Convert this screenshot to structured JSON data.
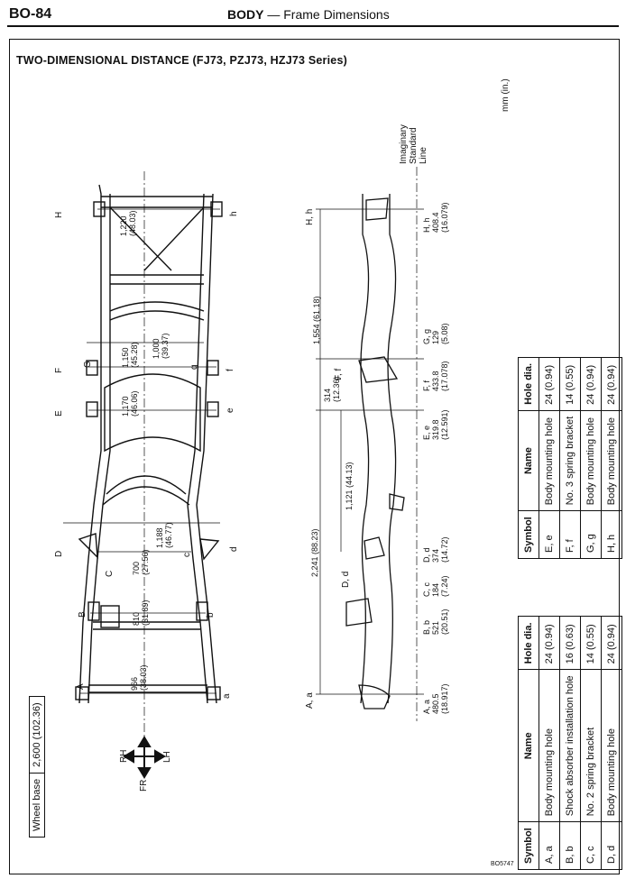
{
  "header": {
    "code": "BO-84",
    "section": "BODY",
    "subtitle": "Frame Dimensions",
    "sep": "—"
  },
  "diagram": {
    "title": "TWO-DIMENSIONAL DISTANCE (FJ73, PZJ73, HZJ73 Series)",
    "unit_note": "mm (in.)",
    "wheel_base_label": "Wheel base",
    "wheel_base_value": "2,600 (102.36)",
    "direction": {
      "rh": "RH",
      "lh": "LH",
      "fr": "FR"
    },
    "standard_line": "Imaginary Standard Line",
    "plan_dims": [
      {
        "val": "966",
        "sub": "(38.03)"
      },
      {
        "val": "810",
        "sub": "(31.89)"
      },
      {
        "val": "700",
        "sub": "(27.56)"
      },
      {
        "val": "1,188",
        "sub": "(46.77)"
      },
      {
        "val": "1,170",
        "sub": "(46.06)"
      },
      {
        "val": "1,150",
        "sub": "(45.28)"
      },
      {
        "val": "1,000",
        "sub": "(39.37)"
      },
      {
        "val": "1,220",
        "sub": "(48.03)"
      }
    ],
    "plan_letters": {
      "A": "A",
      "a": "a",
      "B": "B",
      "b": "b",
      "C": "C",
      "c": "c",
      "D": "D",
      "d": "d",
      "E": "E",
      "e": "e",
      "F": "F",
      "f": "f",
      "G": "G",
      "g": "g",
      "H": "H",
      "h": "h"
    },
    "side_dims": {
      "d1": "2,241 (88.23)",
      "d2": "1,121 (44.13)",
      "d3": "314",
      "d3b": "(12.36)",
      "d4": "1,554 (61.18)"
    },
    "side_points": [
      {
        "sym": "A, a",
        "v1": "480.5",
        "v2": "(18.917)"
      },
      {
        "sym": "B, b",
        "v1": "521",
        "v2": "(20.51)"
      },
      {
        "sym": "C, c",
        "v1": "184",
        "v2": "(7.24)"
      },
      {
        "sym": "D, d",
        "v1": "374",
        "v2": "(14.72)"
      },
      {
        "sym": "E, e",
        "v1": "319.8",
        "v2": "(12.591)"
      },
      {
        "sym": "F, f",
        "v1": "433.8",
        "v2": "(17.078)"
      },
      {
        "sym": "G, g",
        "v1": "129",
        "v2": "(5.08)"
      },
      {
        "sym": "H, h",
        "v1": "408.4",
        "v2": "(16.079)"
      }
    ],
    "side_tags": {
      "aa": "A, a",
      "dd": "D, d",
      "ff": "F, f",
      "hh": "H, h"
    },
    "figure_id": "BO5747"
  },
  "table_left": {
    "headers": [
      "Symbol",
      "Name",
      "Hole dia."
    ],
    "rows": [
      [
        "A, a",
        "Body mounting hole",
        "24 (0.94)"
      ],
      [
        "B, b",
        "Shock absorber installation hole",
        "16 (0.63)"
      ],
      [
        "C, c",
        "No. 2 spring bracket",
        "14 (0.55)"
      ],
      [
        "D, d",
        "Body mounting hole",
        "24 (0.94)"
      ]
    ]
  },
  "table_right": {
    "headers": [
      "Symbol",
      "Name",
      "Hole dia."
    ],
    "rows": [
      [
        "E, e",
        "Body mounting hole",
        "24 (0.94)"
      ],
      [
        "F, f",
        "No. 3 spring bracket",
        "14 (0.55)"
      ],
      [
        "G, g",
        "Body mounting hole",
        "24 (0.94)"
      ],
      [
        "H, h",
        "Body mounting hole",
        "24 (0.94)"
      ]
    ]
  }
}
